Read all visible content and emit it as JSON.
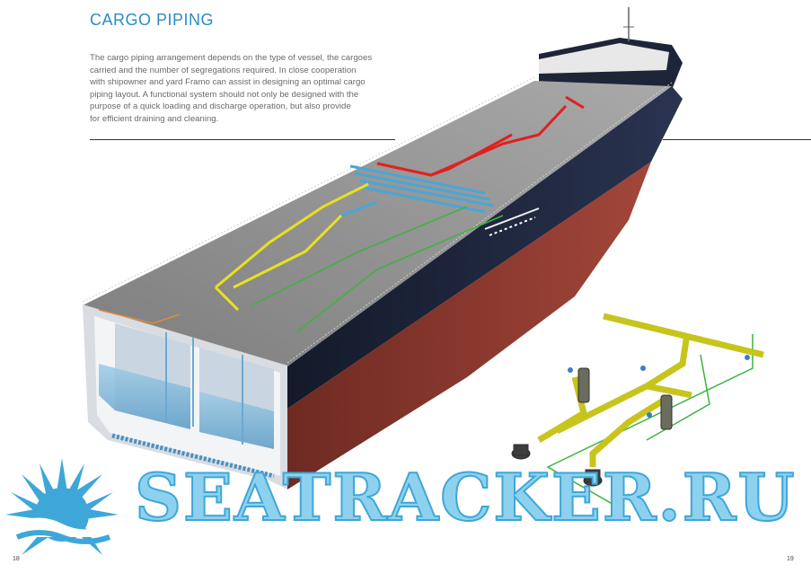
{
  "page": {
    "title": "CARGO PIPING",
    "body_lines": [
      "The cargo piping arrangement depends on the type of vessel, the cargoes",
      "carried and the number of segregations required. In close cooperation",
      "with shipowner and yard Framo can assist in designing an optimal cargo",
      "piping layout. A functional system should not only be designed with the",
      "purpose of a quick loading and discharge operation, but also provide",
      "for efficient draining and cleaning."
    ],
    "page_number_left": "18",
    "page_number_right": "19"
  },
  "watermark": {
    "text": "SEATRACKER.RU",
    "logo_icon": "sun-over-wave-icon"
  },
  "illustration": {
    "ship": "tanker-cutaway-illustration",
    "piping_detail": "pump-piping-detail-illustration"
  },
  "colors": {
    "title": "#2b8cc4",
    "hull_dark": "#1d2336",
    "hull_red": "#8e3a2e",
    "deck": "#8c8c8c",
    "pipe_red": "#e02020",
    "pipe_yellow": "#e8e020",
    "pipe_green": "#3cb43c",
    "pipe_blue": "#4aa6d6",
    "watermark": "#8ed1ee"
  }
}
